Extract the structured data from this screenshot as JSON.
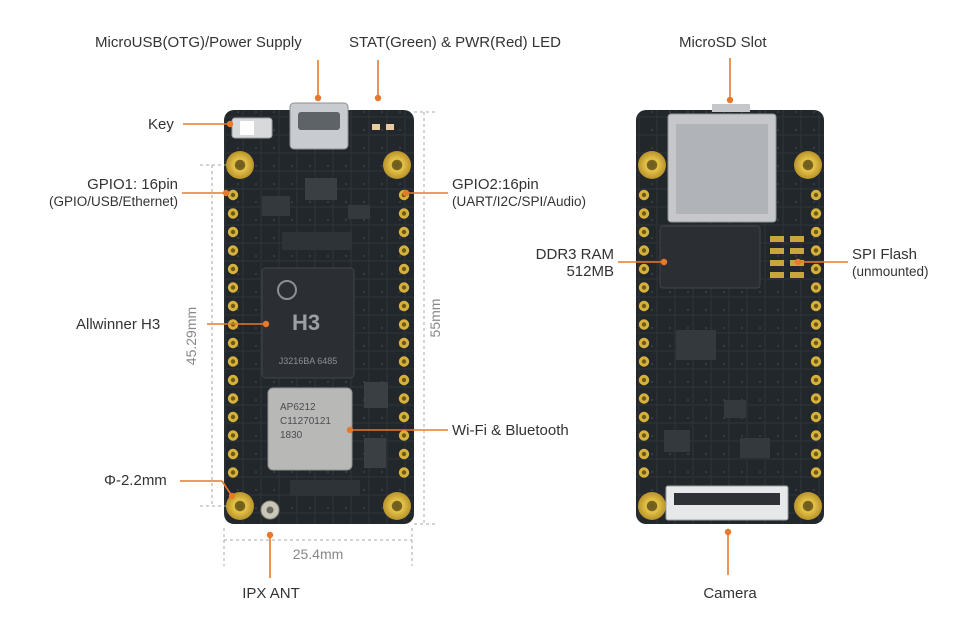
{
  "colors": {
    "accent": "#e8792b",
    "board": "#1e2225",
    "gold": "#d9b33a",
    "chip": "#2b2e33",
    "text": "#333333",
    "dim": "#888888"
  },
  "labels": {
    "microusb": "MicroUSB(OTG)/Power Supply",
    "stat_led": "STAT(Green) & PWR(Red) LED",
    "microsd": "MicroSD Slot",
    "key": "Key",
    "gpio1_title": "GPIO1: 16pin",
    "gpio1_sub": "(GPIO/USB/Ethernet)",
    "gpio2_title": "GPIO2:16pin",
    "gpio2_sub": "(UART/I2C/SPI/Audio)",
    "ddr3_title": "DDR3 RAM",
    "ddr3_sub": "512MB",
    "spi_title": "SPI Flash",
    "spi_sub": "(unmounted)",
    "allwinner": "Allwinner H3",
    "wifi": "Wi-Fi & Bluetooth",
    "hole": "Φ-2.2mm",
    "ipx": "IPX ANT",
    "camera": "Camera"
  },
  "dimensions": {
    "width": "25.4mm",
    "height": "55mm",
    "hole_spacing": "45.29mm"
  },
  "chips": {
    "soc_logo": "H3",
    "soc_code": "J3216BA  6485",
    "wifi_line1": "AP6212",
    "wifi_line2": "C11270121",
    "wifi_line3": "1830"
  }
}
